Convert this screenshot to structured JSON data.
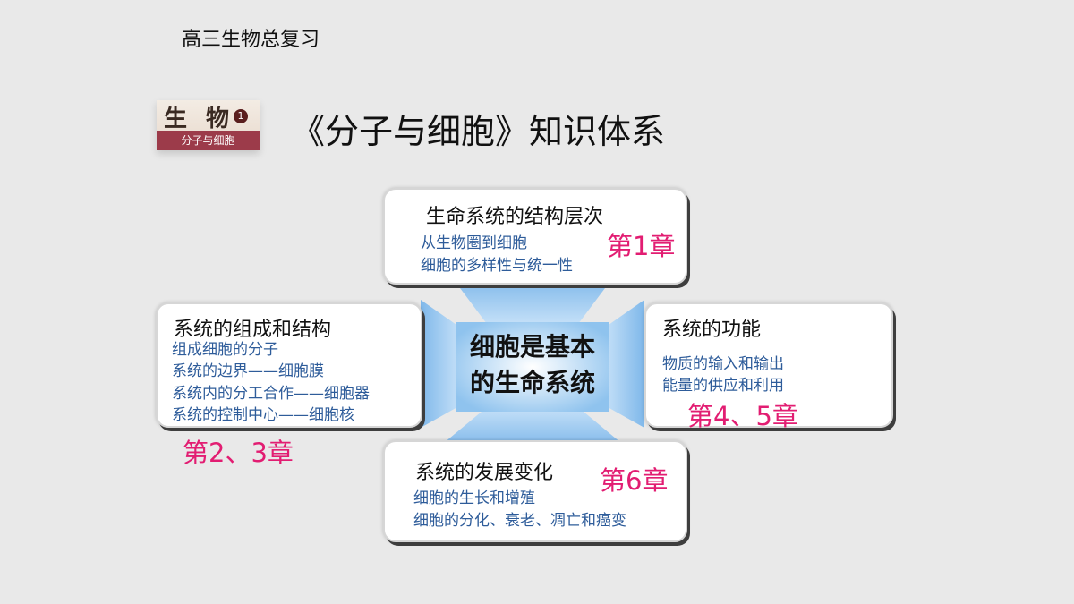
{
  "header": "高三生物总复习",
  "book": {
    "big": "生 物",
    "num": "1",
    "sub": "分子与细胞"
  },
  "title": "《分子与细胞》知识体系",
  "center": {
    "line1": "细胞是基本",
    "line2": "的生命系统"
  },
  "cards": {
    "top": {
      "heading": "生命系统的结构层次",
      "items": [
        "从生物圈到细胞",
        "细胞的多样性与统一性"
      ],
      "chapter": "第1章"
    },
    "left": {
      "heading": "系统的组成和结构",
      "items": [
        "组成细胞的分子",
        "系统的边界——细胞膜",
        "系统内的分工合作——细胞器",
        "系统的控制中心——细胞核"
      ],
      "chapter": "第2、3章"
    },
    "right": {
      "heading": "系统的功能",
      "items": [
        "物质的输入和输出",
        "能量的供应和利用"
      ],
      "chapter": "第4、5章"
    },
    "bottom": {
      "heading": "系统的发展变化",
      "items": [
        "细胞的生长和增殖",
        "细胞的分化、衰老、凋亡和癌变"
      ],
      "chapter": "第6章"
    }
  },
  "colors": {
    "chapter": "#e21d72",
    "items": "#2e5c9a",
    "hub": "#8fc3ee"
  }
}
